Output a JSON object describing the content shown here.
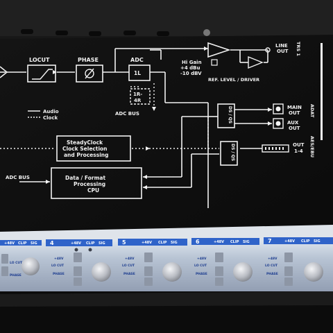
{
  "diagram": {
    "locut": "LOCUT",
    "phase": "PHASE",
    "adc": "ADC",
    "adc_1l": "1L",
    "adc_1r": "1R-",
    "adc_4r": "4R",
    "adc_bus_vertical": "ADC BUS",
    "legend_audio": "Audio",
    "legend_clock": "Clock",
    "hi_gain": "Hi Gain",
    "hi_gain_4": "+4 dBu",
    "hi_gain_10": "-10 dBV",
    "ref_level": "REF. LEVEL / DRIVER",
    "line_out": "LINE",
    "line_out_2": "OUT",
    "trs": "TRS 1",
    "ds_qs_1": "DS / QS",
    "ds_qs_2": "DS / QS",
    "main_out": "MAIN",
    "main_out_2": "OUT",
    "aux_out": "AUX",
    "aux_out_2": "OUT",
    "adat": "ADAT",
    "aes": "AES/EBU",
    "out14": "OUT",
    "out14_2": "1-4",
    "steady_1": "SteadyClock",
    "steady_2": "Clock Selection",
    "steady_3": "and Processing",
    "adc_bus_left": "ADC BUS",
    "cpu_1": "Data / Format",
    "cpu_2": "Processing",
    "cpu_3": "CPU"
  },
  "front_panel": {
    "channels": [
      {
        "num": "",
        "p48": "+48V",
        "clip": "CLIP",
        "sig": "SIG",
        "locut": "LO CUT",
        "phase": "PHASE"
      },
      {
        "num": "4",
        "p48": "+48V",
        "clip": "CLIP",
        "sig": "SIG",
        "locut": "LO CUT",
        "phase": "PHASE"
      },
      {
        "num": "5",
        "p48": "+48V",
        "clip": "CLIP",
        "sig": "SIG",
        "locut": "LO CUT",
        "phase": "PHASE"
      },
      {
        "num": "6",
        "p48": "+48V",
        "clip": "CLIP",
        "sig": "SIG",
        "locut": "LO CUT",
        "phase": "PHASE"
      },
      {
        "num": "7",
        "p48": "+48V",
        "clip": "CLIP",
        "sig": "SIG",
        "locut": "LO CUT",
        "phase": "PHASE"
      }
    ]
  },
  "colors": {
    "panel": "#0e0e0e",
    "faceplate": "#b9c7db",
    "accent_blue": "#2f63c9",
    "knob": "#c9ccd2"
  }
}
